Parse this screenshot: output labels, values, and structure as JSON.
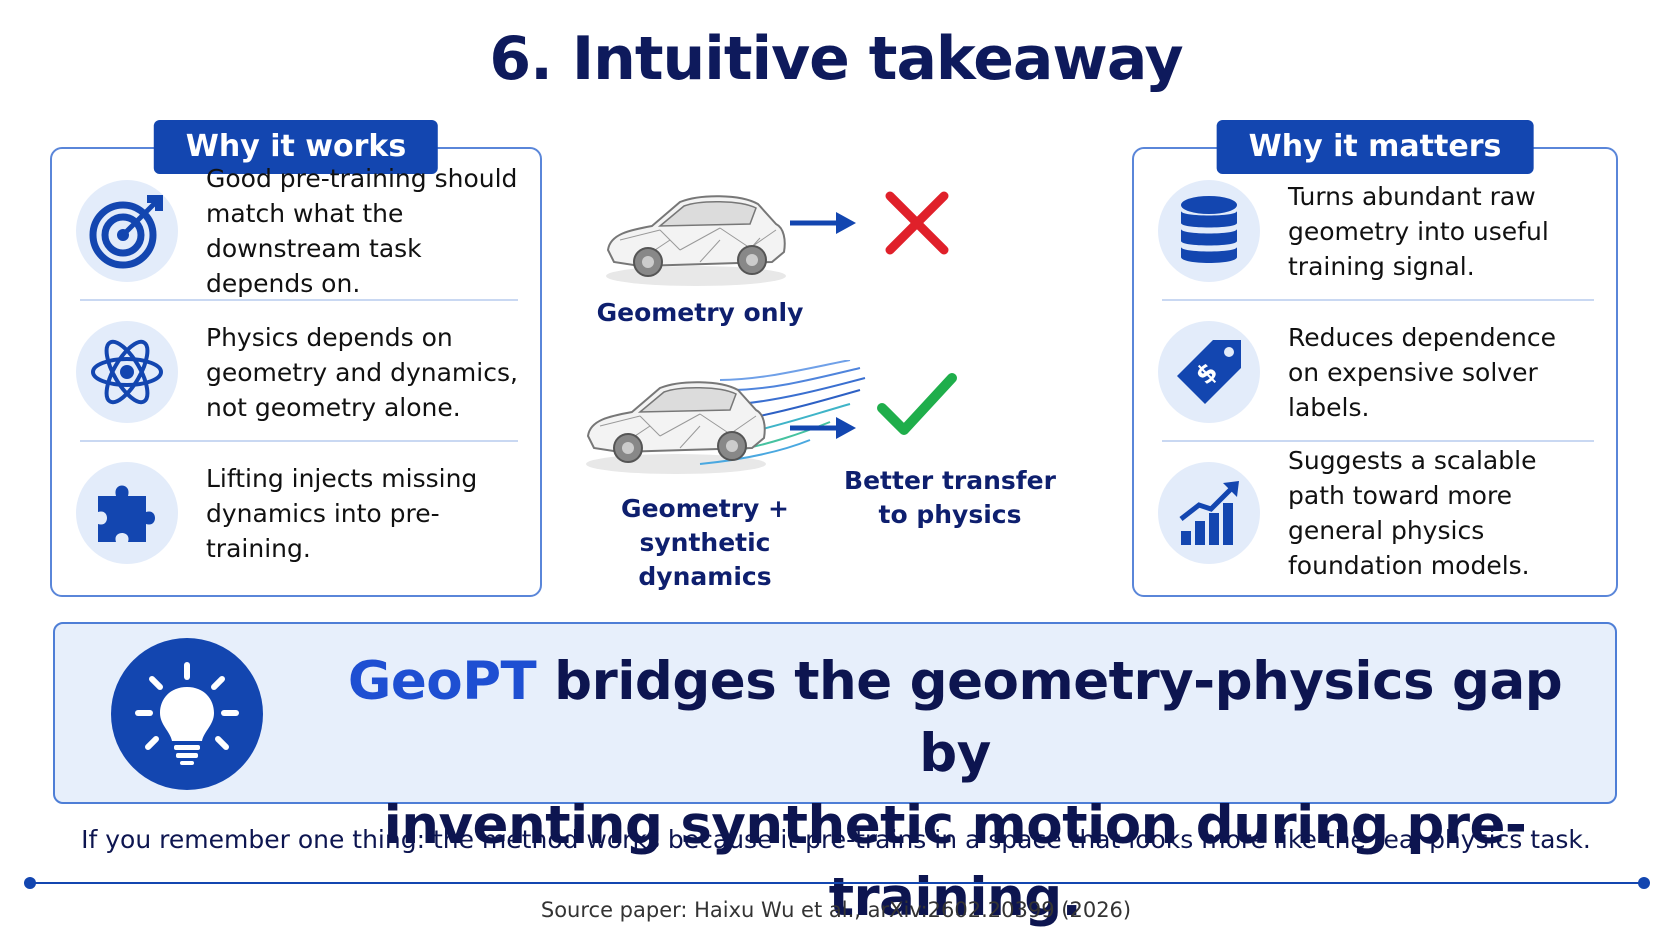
{
  "title": "6. Intuitive takeaway",
  "left_panel": {
    "heading": "Why it works",
    "items": [
      {
        "icon": "target-icon",
        "text": "Good pre-training should match what the downstream task depends on."
      },
      {
        "icon": "atom-icon",
        "text": "Physics depends on geometry and dynamics, not geometry alone."
      },
      {
        "icon": "puzzle-piece-icon",
        "text": "Lifting injects missing dynamics into pre-training."
      }
    ]
  },
  "center": {
    "geometry_only_label": "Geometry only",
    "geometry_dynamics_label_line1": "Geometry +",
    "geometry_dynamics_label_line2": "synthetic dynamics",
    "result_label_line1": "Better transfer",
    "result_label_line2": "to physics"
  },
  "right_panel": {
    "heading": "Why it matters",
    "items": [
      {
        "icon": "database-icon",
        "text": "Turns abundant raw geometry into useful training signal."
      },
      {
        "icon": "price-tag-icon",
        "text": "Reduces dependence on expensive solver labels."
      },
      {
        "icon": "growth-chart-icon",
        "text": "Suggests a scalable path toward more general physics foundation models."
      }
    ]
  },
  "banner": {
    "accent": "GeoPT",
    "rest_line1": " bridges the geometry-physics gap by",
    "line2": "inventing synthetic motion during pre-training."
  },
  "remember": "If you remember one thing: the method works because it pre-trains in a space that looks more like the real physics task.",
  "source": "Source paper: Haixu Wu et al., arXiv:2602.20399 (2026)",
  "colors": {
    "brand_blue": "#1346b0",
    "accent_blue": "#1e4fd2",
    "cross_red": "#e0202a",
    "check_green": "#1fae4b"
  }
}
